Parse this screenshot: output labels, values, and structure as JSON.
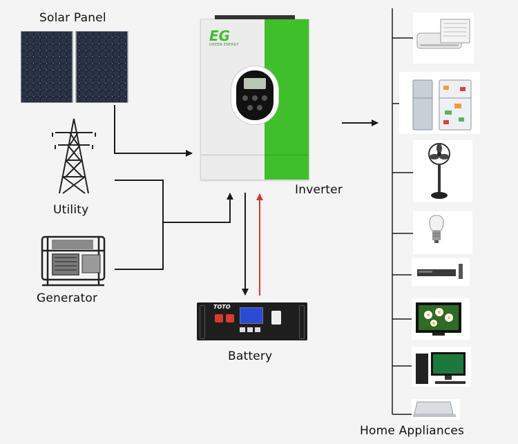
{
  "labels": {
    "solar_panel": "Solar Panel",
    "utility": "Utility",
    "generator": "Generator",
    "inverter": "Inverter",
    "battery": "Battery",
    "home_appliances": "Home Appliances"
  },
  "inverter_brand": {
    "logo_text": "EG",
    "tagline": "GREEN ENERGY"
  },
  "battery_brand": {
    "logo_text": "TOTO"
  },
  "appliances": [
    {
      "icon": "air-conditioner-icon"
    },
    {
      "icon": "refrigerator-icon"
    },
    {
      "icon": "standing-fan-icon"
    },
    {
      "icon": "light-bulb-icon"
    },
    {
      "icon": "dvd-player-icon"
    },
    {
      "icon": "television-icon"
    },
    {
      "icon": "desktop-computer-icon"
    },
    {
      "icon": "laptop-icon"
    }
  ],
  "colors": {
    "wire": "#1a1a1a",
    "charge_arrow": "#e0322d",
    "inverter_green": "#3fbf2a",
    "inverter_body": "#ececec"
  }
}
